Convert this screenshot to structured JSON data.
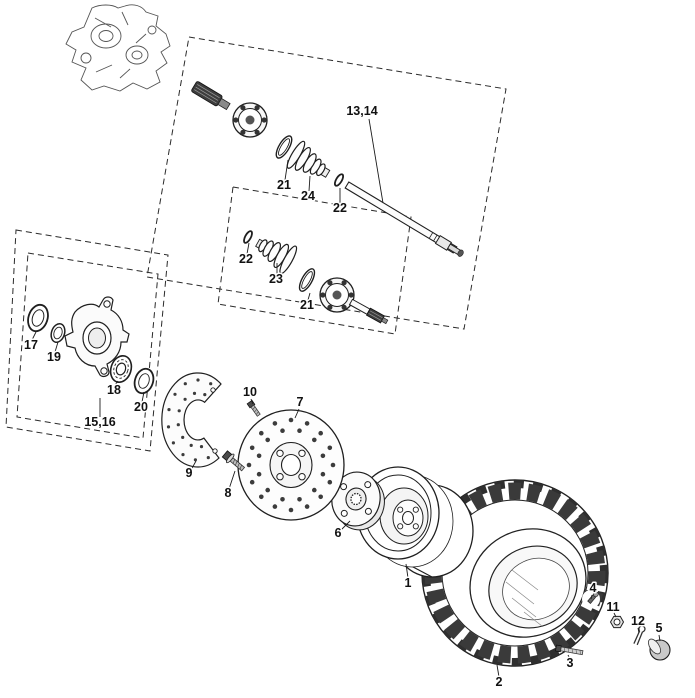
{
  "figure": {
    "kind": "exploded-parts-diagram",
    "colors": {
      "background": "#ffffff",
      "line": "#1f1f1f",
      "label_text": "#111111",
      "dark_fill": "#3d3d3d"
    }
  },
  "callouts": [
    {
      "part": "drive-axle-assembly",
      "label": "13,14"
    },
    {
      "part": "boot-band-large-upper",
      "label": "21"
    },
    {
      "part": "cv-boot-inner-joint",
      "label": "24"
    },
    {
      "part": "boot-band-small-upper",
      "label": "22"
    },
    {
      "part": "boot-band-small-lower",
      "label": "22"
    },
    {
      "part": "cv-boot-outer-joint",
      "label": "23"
    },
    {
      "part": "boot-band-large-lower",
      "label": "21"
    },
    {
      "part": "oil-seal-outer",
      "label": "17"
    },
    {
      "part": "snap-ring",
      "label": "19"
    },
    {
      "part": "wheel-bearing",
      "label": "18"
    },
    {
      "part": "oil-seal-inner",
      "label": "20"
    },
    {
      "part": "steering-knuckle-assembly",
      "label": "15,16"
    },
    {
      "part": "screw-small",
      "label": "10"
    },
    {
      "part": "brake-disc",
      "label": "7"
    },
    {
      "part": "brake-disc-guard",
      "label": "9"
    },
    {
      "part": "guard-bolt",
      "label": "8"
    },
    {
      "part": "wheel-hub",
      "label": "6"
    },
    {
      "part": "wheel-rim",
      "label": "1"
    },
    {
      "part": "tire",
      "label": "2"
    },
    {
      "part": "valve-stem",
      "label": "4"
    },
    {
      "part": "wheel-nut",
      "label": "11"
    },
    {
      "part": "cotter-pin",
      "label": "12"
    },
    {
      "part": "dust-cap",
      "label": "5"
    },
    {
      "part": "bolt",
      "label": "3"
    }
  ]
}
